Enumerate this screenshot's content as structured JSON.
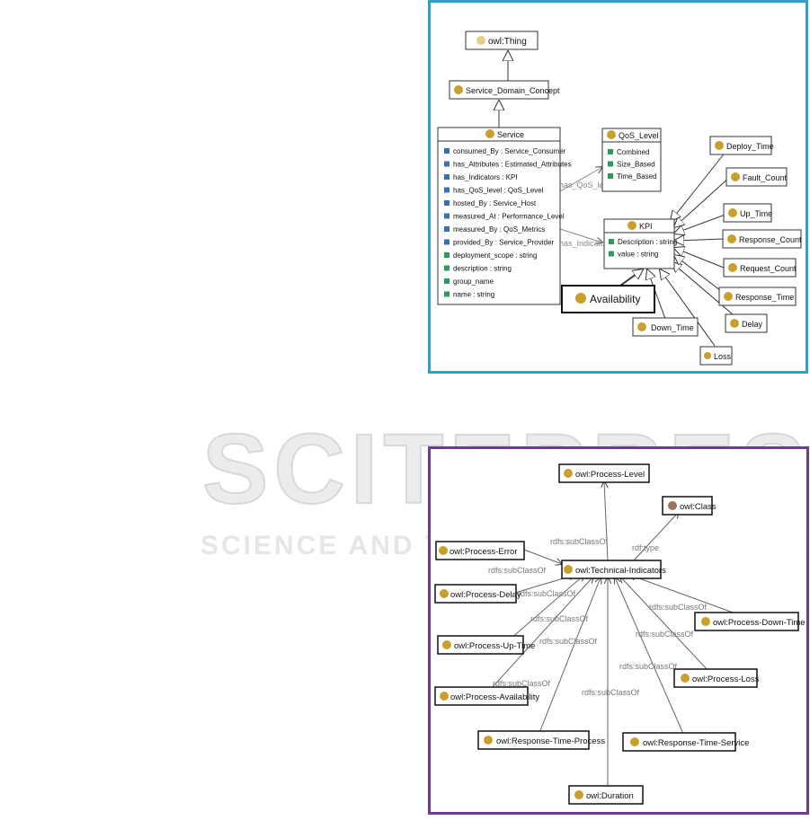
{
  "watermark": {
    "line1": "SCITEPRESS",
    "line2": "SCIENCE AND TECHNOLOGY PUBLICATIONS"
  },
  "colors": {
    "panel1_border": "#2fa3c7",
    "panel2_border": "#6a3d8f",
    "class_dot": "#c9a02c",
    "prop_blue": "#3a6fb0",
    "prop_green": "#2e9a5c"
  },
  "panel1": {
    "owl_thing": "owl:Thing",
    "service_domain_concept": "Service_Domain_Concept",
    "service": {
      "title": "Service",
      "properties": [
        {
          "label": "consumed_By : Service_Consumer",
          "kind": "object"
        },
        {
          "label": "has_Attributes : Estimated_Attributes",
          "kind": "object"
        },
        {
          "label": "has_Indicators : KPI",
          "kind": "object"
        },
        {
          "label": "has_QoS_level : QoS_Level",
          "kind": "object"
        },
        {
          "label": "hosted_By : Service_Host",
          "kind": "object"
        },
        {
          "label": "measured_At : Performance_Level",
          "kind": "object"
        },
        {
          "label": "measured_By : QoS_Metrics",
          "kind": "object"
        },
        {
          "label": "provided_By : Service_Provider",
          "kind": "object"
        },
        {
          "label": "deployment_scope : string",
          "kind": "data"
        },
        {
          "label": "description : string",
          "kind": "data"
        },
        {
          "label": "group_name",
          "kind": "data"
        },
        {
          "label": "name : string",
          "kind": "data"
        }
      ]
    },
    "qos_level": {
      "title": "QoS_Level",
      "items": [
        "Combined",
        "Size_Based",
        "Time_Based"
      ]
    },
    "kpi": {
      "title": "KPI",
      "items": [
        "Description : string",
        "value : string"
      ]
    },
    "edge_has_qos": "has_QoS_level",
    "edge_has_indicators": "has_Indicators",
    "availability": "Availability",
    "down_time": "Down_Time",
    "loss": "Loss",
    "delay": "Delay",
    "response_time": "Response_Time",
    "request_count": "Request_Count",
    "response_count": "Response_Count",
    "up_time": "Up_Time",
    "fault_count": "Fault_Count",
    "deploy_time": "Deploy_Time"
  },
  "panel2": {
    "process_level": "owl:Process-Level",
    "class": "owl:Class",
    "technical_indicators": "owl:Technical-Indicators",
    "process_error": "owl:Process-Error",
    "process_delay": "owl:Process-Delay",
    "process_up_time": "owl:Process-Up-Time",
    "process_availability": "owl:Process-Availability",
    "response_time_process": "owl:Response-Time-Process",
    "duration": "owl:Duration",
    "response_time_service": "owl:Response-Time-Service",
    "process_loss": "owl:Process-Loss",
    "process_down_time": "owl:Process-Down-Time",
    "edge_subclass": "rdfs:subClassOf",
    "edge_subclass_alt": "rdfs:subClassOf",
    "edge_rdf_type": "rdf:type"
  }
}
